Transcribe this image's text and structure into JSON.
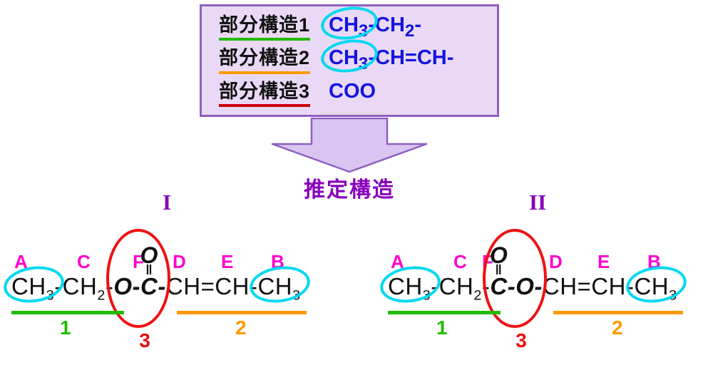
{
  "colors": {
    "boxBg": "#ead9f6",
    "boxBorder": "#8f5fc0",
    "blue": "#1414dd",
    "green": "#22bb00",
    "orange": "#ff9900",
    "red": "#ee1111",
    "darkRed": "#cc0000",
    "cyan": "#00d8f0",
    "magenta": "#ff00cc",
    "purple": "#8800bb",
    "arrowFill": "#d9c6f0",
    "arrowStroke": "#8f5fc0"
  },
  "box": {
    "rows": [
      {
        "label": "部分構造1",
        "formula": [
          {
            "t": "CH",
            "s": "3",
            "cls": "cyan-oval"
          },
          {
            "t": "-CH",
            "s": "2"
          },
          {
            "t": "-"
          }
        ]
      },
      {
        "label": "部分構造2",
        "formula": [
          {
            "t": "CH",
            "s": "3",
            "cls": "cyan-oval"
          },
          {
            "t": "-CH=CH-"
          }
        ]
      },
      {
        "label": "部分構造3",
        "formula": [
          {
            "t": "COO"
          }
        ]
      }
    ]
  },
  "heading": "推定構造",
  "structures": [
    {
      "numeral": "I",
      "letters": [
        "A",
        "C",
        "F",
        "D",
        "E",
        "B"
      ],
      "pre": [
        {
          "t": "CH",
          "s": "3",
          "cls": "cyan-oval"
        },
        {
          "t": "-CH",
          "s": "2"
        },
        {
          "t": "-"
        }
      ],
      "ester": [
        {
          "t": "O"
        },
        {
          "t": "-"
        },
        {
          "carbonyl": "C",
          "top": "O"
        },
        {
          "t": "-"
        }
      ],
      "post": [
        {
          "t": "CH=CH-"
        },
        {
          "t": "CH",
          "s": "3",
          "cls": "cyan-oval"
        }
      ],
      "nums": {
        "one": "1",
        "two": "2",
        "three": "3"
      }
    },
    {
      "numeral": "II",
      "letters": [
        "A",
        "C",
        "F",
        "D",
        "E",
        "B"
      ],
      "pre": [
        {
          "t": "CH",
          "s": "3",
          "cls": "cyan-oval"
        },
        {
          "t": "-CH",
          "s": "2"
        },
        {
          "t": "-"
        }
      ],
      "ester": [
        {
          "carbonyl": "C",
          "top": "O"
        },
        {
          "t": "-"
        },
        {
          "t": "O"
        },
        {
          "t": "-"
        }
      ],
      "post": [
        {
          "t": "CH=CH-"
        },
        {
          "t": "CH",
          "s": "3",
          "cls": "cyan-oval"
        }
      ],
      "nums": {
        "one": "1",
        "two": "2",
        "three": "3"
      }
    }
  ]
}
